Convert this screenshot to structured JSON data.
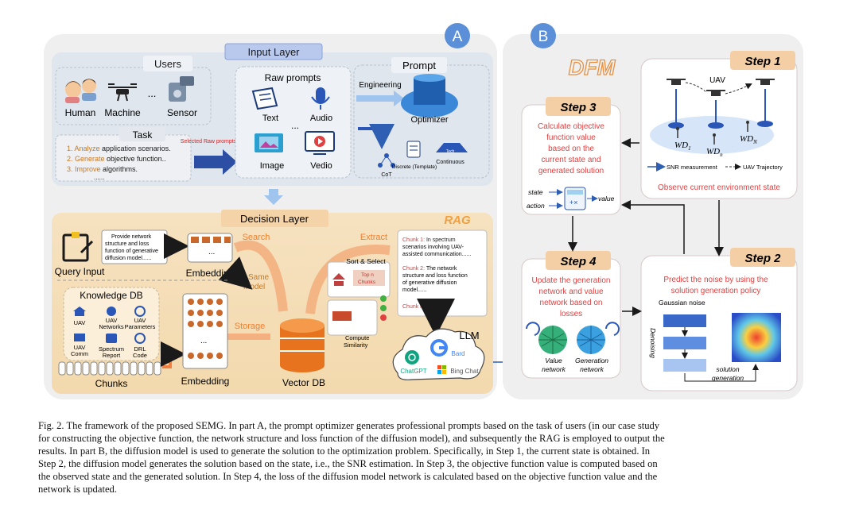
{
  "panel_a": {
    "badge": "A",
    "input_layer": {
      "title": "Input Layer",
      "users": {
        "title": "Users",
        "human": "Human",
        "machine": "Machine",
        "ellipsis": "...",
        "sensor": "Sensor"
      },
      "task": {
        "title": "Task",
        "items": [
          {
            "verb": "1. Analyze",
            "rest": " application scenarios."
          },
          {
            "verb": "2. Generate",
            "rest": " objective function.."
          },
          {
            "verb": "3. Improve",
            "rest": " algorithms."
          }
        ],
        "more": "......"
      },
      "arrow_label": "Selected Raw prompts",
      "raw_prompts": {
        "title": "Raw prompts",
        "text": "Text",
        "audio": "Audio",
        "ellipsis": "...",
        "image": "Image",
        "vedio": "Vedio"
      },
      "engineering": "Engineering",
      "prompt": {
        "title": "Prompt",
        "optimizer": "Optimizer",
        "cot": "CoT",
        "discrete": "Discrete (Template)",
        "continuous": "Continuous",
        "tech": "Tech"
      }
    },
    "decision_layer": {
      "title": "Decision Layer",
      "rag": "RAG",
      "query": {
        "note": "Provide network structure and loss function of generative diffusion model......",
        "label": "Query Input"
      },
      "embedding_top": "Embedding",
      "embedding_bottom": "Embedding",
      "search": "Search",
      "extract": "Extract",
      "same_model": "Same Model",
      "storage": "Storage",
      "vector_db": "Vector DB",
      "sort_select": "Sort & Select",
      "top_n": "Top n Chunks",
      "compute_similarity": "Compute Similarity",
      "chunks_box": [
        "Chunk 1: In spectrum scenarios involving UAV-assisted communication......",
        "Chunk 2: The network structure and loss function of generative diffusion model......",
        "Chunk n: ......"
      ],
      "knowledge_db": {
        "title": "Knowledge DB",
        "items": [
          "UAV",
          "UAV Networks",
          "UAV Parameters",
          "UAV Comm",
          "Spectrum Report",
          "DRL Code"
        ],
        "chunks": "Chunks"
      },
      "llm": {
        "title": "LLM",
        "chatgpt": "ChatGPT",
        "bard": "Bard",
        "bing": "Bing Chat"
      }
    }
  },
  "panel_b": {
    "badge": "B",
    "dfm": "DFM",
    "step1": {
      "title": "Step 1",
      "uav": "UAV",
      "wd1": "WD",
      "wd1_sub": "1",
      "wdn": "WD",
      "wdn_sub": "n",
      "wdN": "WD",
      "wdN_sub": "N",
      "legend_snr": "SNR measurement",
      "legend_traj": "UAV Trajectory",
      "caption": "Observe current environment state"
    },
    "step2": {
      "title": "Step 2",
      "text": "Predict the noise by using the solution generation policy",
      "gaussian": "Gaussian noise",
      "denoising": "Denoising",
      "solution": "solution generation"
    },
    "step3": {
      "title": "Step 3",
      "text": "Calculate objective function value based on the current state and generated solution",
      "state": "state",
      "action": "action",
      "value": "value"
    },
    "step4": {
      "title": "Step 4",
      "text": "Update the generation network and value network based on losses",
      "value_net": "Value network",
      "gen_net": "Generation network"
    }
  },
  "caption": {
    "lines": [
      "Fig. 2.  The framework of the proposed SEMG. In part A, the prompt optimizer generates professional prompts based on the task of users (in our case study",
      "for constructing the objective function, the network structure and loss function of the diffusion model), and subsequently the RAG is employed to output the",
      "results. In part B, the diffusion model is used to generate the solution to the optimization problem. Specifically, in Step 1, the current state is obtained. In",
      "Step 2, the diffusion model generates the solution based on the state, i.e., the SNR estimation. In Step 3, the objective function value is computed based on",
      "the observed state and the generated solution. In Step 4, the loss of the diffusion model network is calculated based on the objective function value and the",
      "network is updated."
    ]
  }
}
